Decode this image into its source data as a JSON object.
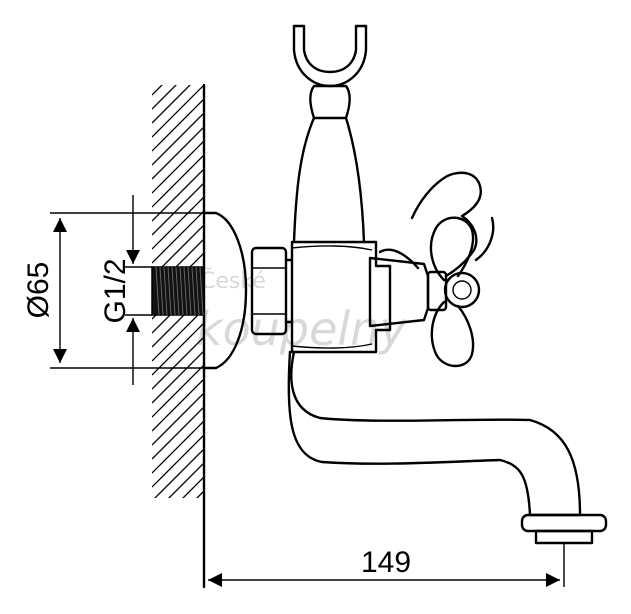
{
  "diagram": {
    "dimensions": {
      "diameter_label": "Ø65",
      "thread_label": "G1/2",
      "length_label": "149"
    },
    "watermark": {
      "line1": "České",
      "line2": "koupelny"
    },
    "colors": {
      "line": "#000000",
      "background": "#ffffff",
      "watermark": "#d8d8d8"
    }
  }
}
